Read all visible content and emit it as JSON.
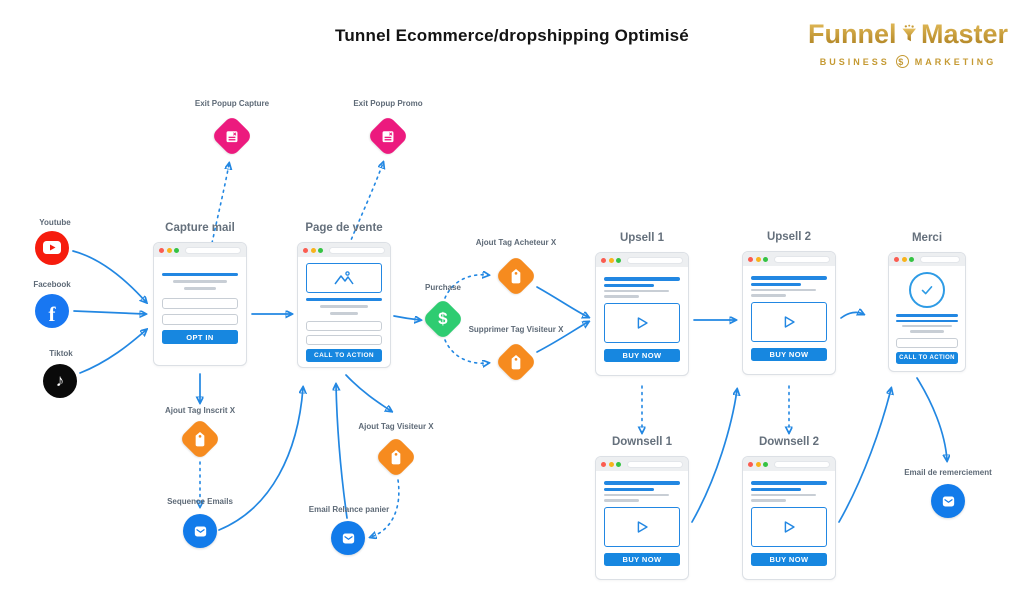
{
  "title": "Tunnel Ecommerce/dropshipping Optimisé",
  "logo": {
    "word1": "Funnel",
    "word2": "Master",
    "sub1": "BUSINESS",
    "sub2": "MARKETING",
    "coin": "$"
  },
  "sources": [
    {
      "label": "Youtube"
    },
    {
      "label": "Facebook"
    },
    {
      "label": "Tiktok"
    }
  ],
  "windows": {
    "capture_mail": {
      "title": "Capture mail",
      "button": "OPT IN"
    },
    "page_de_vente": {
      "title": "Page de vente",
      "button": "CALL TO ACTION"
    },
    "upsell1": {
      "title": "Upsell 1",
      "button": "BUY NOW"
    },
    "upsell2": {
      "title": "Upsell 2",
      "button": "BUY NOW"
    },
    "merci": {
      "title": "Merci",
      "button": "CALL TO ACTION"
    },
    "downsell1": {
      "title": "Downsell 1",
      "button": "BUY NOW"
    },
    "downsell2": {
      "title": "Downsell 2",
      "button": "BUY NOW"
    }
  },
  "tags": {
    "exit_popup_capture": "Exit Popup Capture",
    "exit_popup_promo": "Exit Popup Promo",
    "ajout_tag_acheteur": "Ajout Tag Acheteur X",
    "supprimer_tag_visiteur": "Supprimer Tag Visiteur X",
    "ajout_tag_inscrit": "Ajout Tag Inscrit X",
    "ajout_tag_visiteur": "Ajout Tag Visiteur X",
    "purchase": "Purchase",
    "dollar": "$"
  },
  "emails": {
    "sequence": "Sequence Emails",
    "relance": "Email Relance panier",
    "remerciement": "Email de remerciement"
  },
  "colors": {
    "arrow_blue": "#2287E2",
    "button_blue": "#1787E0",
    "circle_blue": "#127BEA",
    "pink": "#EC1A7E",
    "orange": "#F68B1F",
    "green": "#2ECC71",
    "gold": "#C59A33",
    "youtube_red": "#F61C0D",
    "facebook_blue": "#1877F2",
    "tiktok_black": "#0A0A0A",
    "line_gray": "#C8CED5"
  },
  "edges": [
    {
      "from": "youtube",
      "to": "capture-mail",
      "style": "solid"
    },
    {
      "from": "facebook",
      "to": "capture-mail",
      "style": "solid"
    },
    {
      "from": "tiktok",
      "to": "capture-mail",
      "style": "solid"
    },
    {
      "from": "capture-mail",
      "to": "page-de-vente",
      "style": "solid"
    },
    {
      "from": "capture-mail",
      "to": "exit-popup-capture",
      "style": "dashed"
    },
    {
      "from": "page-de-vente",
      "to": "exit-popup-promo",
      "style": "dashed"
    },
    {
      "from": "page-de-vente",
      "to": "purchase",
      "style": "solid"
    },
    {
      "from": "purchase",
      "to": "ajout-tag-acheteur",
      "style": "dashed"
    },
    {
      "from": "purchase",
      "to": "supprimer-tag-visiteur",
      "style": "dashed"
    },
    {
      "from": "ajout-tag-acheteur",
      "to": "upsell-1",
      "style": "solid"
    },
    {
      "from": "supprimer-tag-visiteur",
      "to": "upsell-1",
      "style": "solid"
    },
    {
      "from": "upsell-1",
      "to": "upsell-2",
      "style": "solid"
    },
    {
      "from": "upsell-2",
      "to": "merci",
      "style": "solid"
    },
    {
      "from": "upsell-1",
      "to": "downsell-1",
      "style": "dashed"
    },
    {
      "from": "upsell-2",
      "to": "downsell-2",
      "style": "dashed"
    },
    {
      "from": "downsell-1",
      "to": "upsell-2",
      "style": "solid"
    },
    {
      "from": "downsell-2",
      "to": "merci",
      "style": "solid"
    },
    {
      "from": "capture-mail",
      "to": "ajout-tag-inscrit",
      "style": "solid"
    },
    {
      "from": "ajout-tag-inscrit",
      "to": "sequence-emails",
      "style": "dashed"
    },
    {
      "from": "sequence-emails",
      "to": "page-de-vente",
      "style": "solid"
    },
    {
      "from": "page-de-vente",
      "to": "ajout-tag-visiteur",
      "style": "solid"
    },
    {
      "from": "ajout-tag-visiteur",
      "to": "email-relance-panier",
      "style": "dashed"
    },
    {
      "from": "email-relance-panier",
      "to": "page-de-vente",
      "style": "solid"
    },
    {
      "from": "merci",
      "to": "email-de-remerciement",
      "style": "solid"
    }
  ]
}
